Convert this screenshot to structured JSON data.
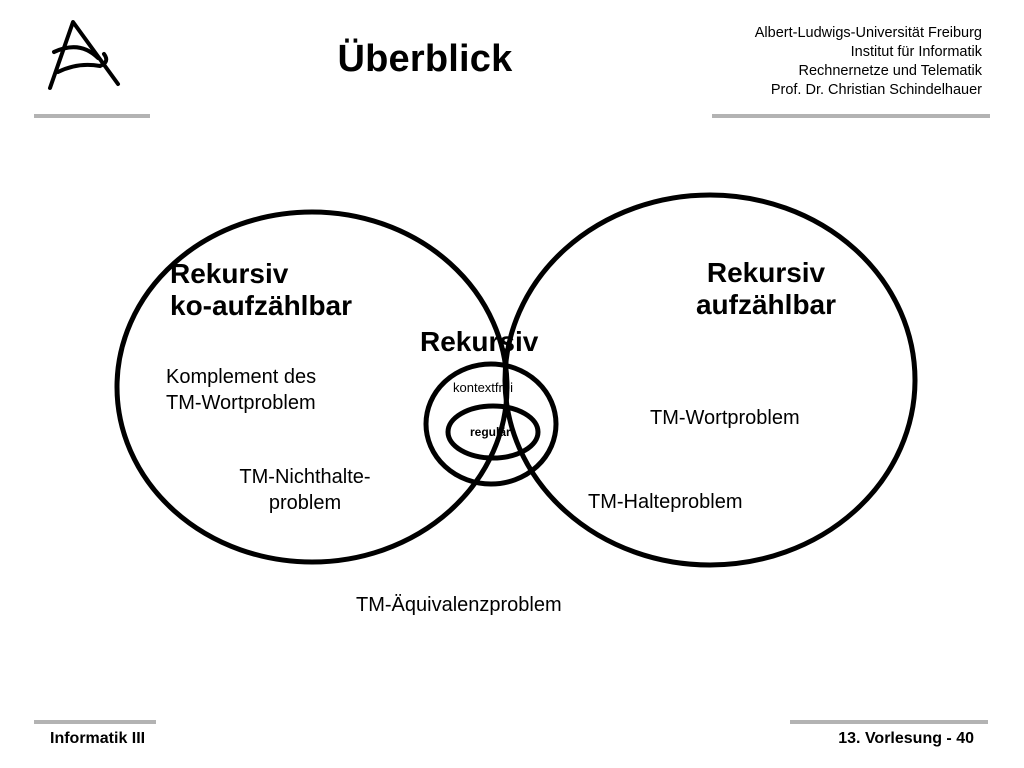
{
  "header": {
    "title": "Überblick",
    "institution": [
      "Albert-Ludwigs-Universität Freiburg",
      "Institut für Informatik",
      "Rechnernetze und Telematik",
      "Prof. Dr. Christian Schindelhauer"
    ]
  },
  "diagram": {
    "left_set": {
      "title_line1": "Rekursiv",
      "title_line2": "ko-aufzählbar"
    },
    "right_set": {
      "title_line1": "Rekursiv",
      "title_line2": "aufzählbar"
    },
    "intersection": {
      "title": "Rekursiv"
    },
    "inner": {
      "context_free": "kontextfrei",
      "regular": "regulär"
    },
    "left_examples": {
      "complement_line1": "Komplement des",
      "complement_line2": "TM-Wortproblem",
      "nonhalting_line1": "TM-Nichthalte-",
      "nonhalting_line2": "problem"
    },
    "right_examples": {
      "word_problem": "TM-Wortproblem",
      "halting_problem": "TM-Halteproblem"
    },
    "outside": {
      "equivalence": "TM-Äquivalenzproblem"
    }
  },
  "footer": {
    "course": "Informatik III",
    "slide": "13. Vorlesung - 40"
  }
}
